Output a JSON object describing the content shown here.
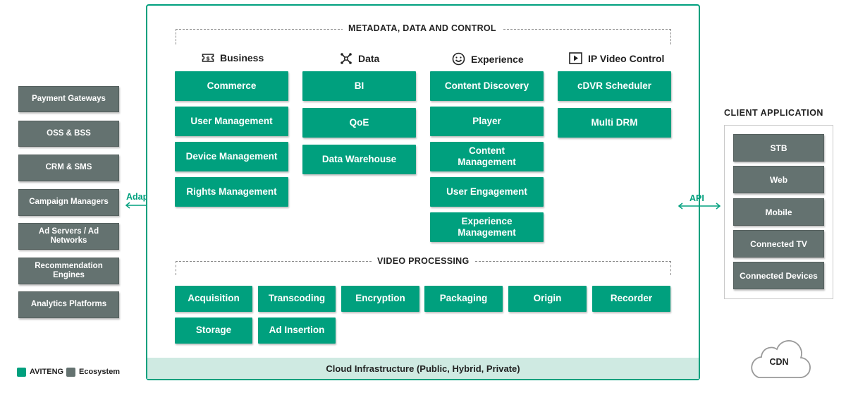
{
  "sections": {
    "metadata_title": "METADATA, DATA AND CONTROL",
    "video_title": "VIDEO PROCESSING",
    "cloud": "Cloud Infrastructure (Public, Hybrid, Private)"
  },
  "columns": {
    "business": {
      "title": "Business",
      "icon": "ticket-icon",
      "items": [
        "Commerce",
        "User Management",
        "Device Management",
        "Rights Management"
      ]
    },
    "data": {
      "title": "Data",
      "icon": "network-nodes-icon",
      "items": [
        "BI",
        "QoE",
        "Data Warehouse"
      ]
    },
    "experience": {
      "title": "Experience",
      "icon": "smiley-icon",
      "items": [
        "Content Discovery",
        "Player",
        "Content Management",
        "User Engagement",
        "Experience Management"
      ]
    },
    "ipvideo": {
      "title": "IP Video Control",
      "icon": "video-player-icon",
      "items": [
        "cDVR Scheduler",
        "Multi DRM"
      ]
    }
  },
  "video_processing": [
    "Acquisition",
    "Transcoding",
    "Encryption",
    "Packaging",
    "Origin",
    "Recorder",
    "Storage",
    "Ad Insertion"
  ],
  "ecosystem": [
    "Payment Gateways",
    "OSS & BSS",
    "CRM & SMS",
    "Campaign Managers",
    "Ad Servers / Ad Networks",
    "Recommendation Engines",
    "Analytics Platforms"
  ],
  "connectors": {
    "adapters": "Adapters",
    "api": "API"
  },
  "client": {
    "title": "CLIENT APPLICATION",
    "items": [
      "STB",
      "Web",
      "Mobile",
      "Connected TV",
      "Connected Devices"
    ]
  },
  "cdn": "CDN",
  "legend": {
    "aviteng": "AVITENG",
    "ecosystem": "Ecosystem"
  },
  "colors": {
    "green": "#00a07e",
    "gray": "#647270",
    "cloud": "#cfeae2"
  }
}
